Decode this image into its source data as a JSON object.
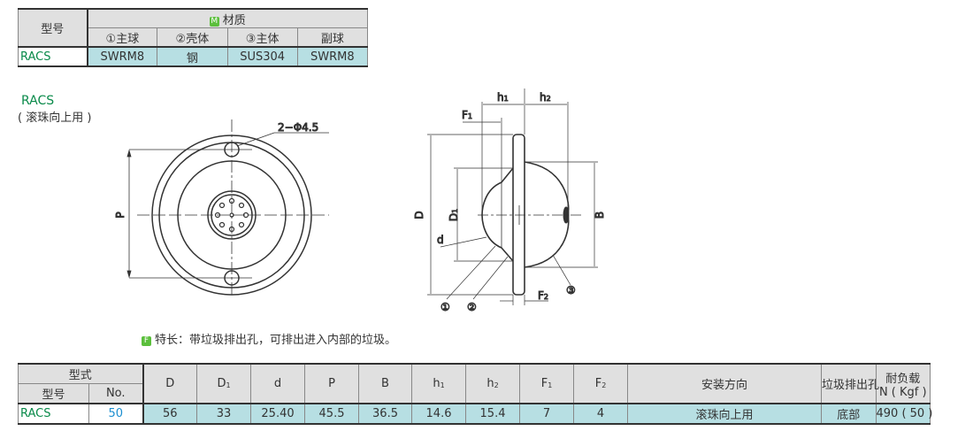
{
  "materials_table": {
    "model_header": "型号",
    "material_badge": "M",
    "material_header": "材质",
    "columns": [
      "①主球",
      "②壳体",
      "③主体",
      "副球"
    ],
    "row": {
      "model": "RACS",
      "values": [
        "SWRM8",
        "钢",
        "SUS304",
        "SWRM8"
      ]
    }
  },
  "drawing": {
    "title": "RACS",
    "subtitle": "( 滚珠向上用 )",
    "hole_label": "2−Φ4.5",
    "dims": {
      "P": "P",
      "D": "D",
      "D1": "D",
      "D1_sub": "1",
      "d": "d",
      "B": "B",
      "h1": "h",
      "h1_sub": "1",
      "h2": "h",
      "h2_sub": "2",
      "F1": "F",
      "F1_sub": "1",
      "F2": "F",
      "F2_sub": "2"
    },
    "parts": [
      "①",
      "②",
      "③"
    ]
  },
  "feature": {
    "badge": "F",
    "text": "特长：带垃圾排出孔，可排出进入内部的垃圾。"
  },
  "spec_table": {
    "type_header": "型式",
    "model_header": "型号",
    "no_header": "No.",
    "columns": [
      {
        "t": "D",
        "s": ""
      },
      {
        "t": "D",
        "s": "1"
      },
      {
        "t": "d",
        "s": ""
      },
      {
        "t": "P",
        "s": ""
      },
      {
        "t": "B",
        "s": ""
      },
      {
        "t": "h",
        "s": "1"
      },
      {
        "t": "h",
        "s": "2"
      },
      {
        "t": "F",
        "s": "1"
      },
      {
        "t": "F",
        "s": "2"
      },
      {
        "t": "安装方向",
        "s": ""
      },
      {
        "t": "垃圾排出孔",
        "s": ""
      }
    ],
    "load_header_line1": "耐负载",
    "load_header_line2": "N ( Kgf )",
    "row": {
      "model": "RACS",
      "no": "50",
      "values": [
        "56",
        "33",
        "25.40",
        "45.5",
        "36.5",
        "14.6",
        "15.4",
        "7",
        "4",
        "滚珠向上用",
        "底部",
        "490 ( 50 )"
      ]
    }
  },
  "colors": {
    "header_bg": "#e0e0e0",
    "value_bg": "#b7dfe3",
    "model_green": "#0a8a4a",
    "no_blue": "#1c8fd0",
    "badge_green": "#5bbf3c"
  }
}
